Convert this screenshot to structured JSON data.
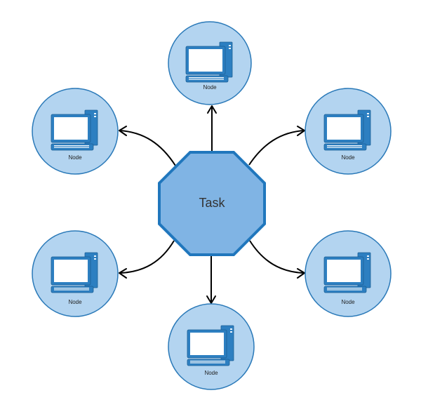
{
  "task": {
    "label": "Task"
  },
  "nodes": [
    {
      "id": "top",
      "label": "Node"
    },
    {
      "id": "upper-left",
      "label": "Node"
    },
    {
      "id": "upper-right",
      "label": "Node"
    },
    {
      "id": "lower-left",
      "label": "Node"
    },
    {
      "id": "lower-right",
      "label": "Node"
    },
    {
      "id": "bottom",
      "label": "Node"
    }
  ],
  "colors": {
    "node_fill": "#b3d4f0",
    "node_border": "#2a79b8",
    "task_fill": "#80b4e4",
    "task_border": "#2077bd",
    "computer": "#2d7fc1",
    "arrow": "#000000"
  },
  "edges": [
    {
      "from": "task",
      "to": "top"
    },
    {
      "from": "task",
      "to": "upper-left"
    },
    {
      "from": "task",
      "to": "upper-right"
    },
    {
      "from": "task",
      "to": "lower-left"
    },
    {
      "from": "task",
      "to": "lower-right"
    },
    {
      "from": "task",
      "to": "bottom"
    }
  ]
}
